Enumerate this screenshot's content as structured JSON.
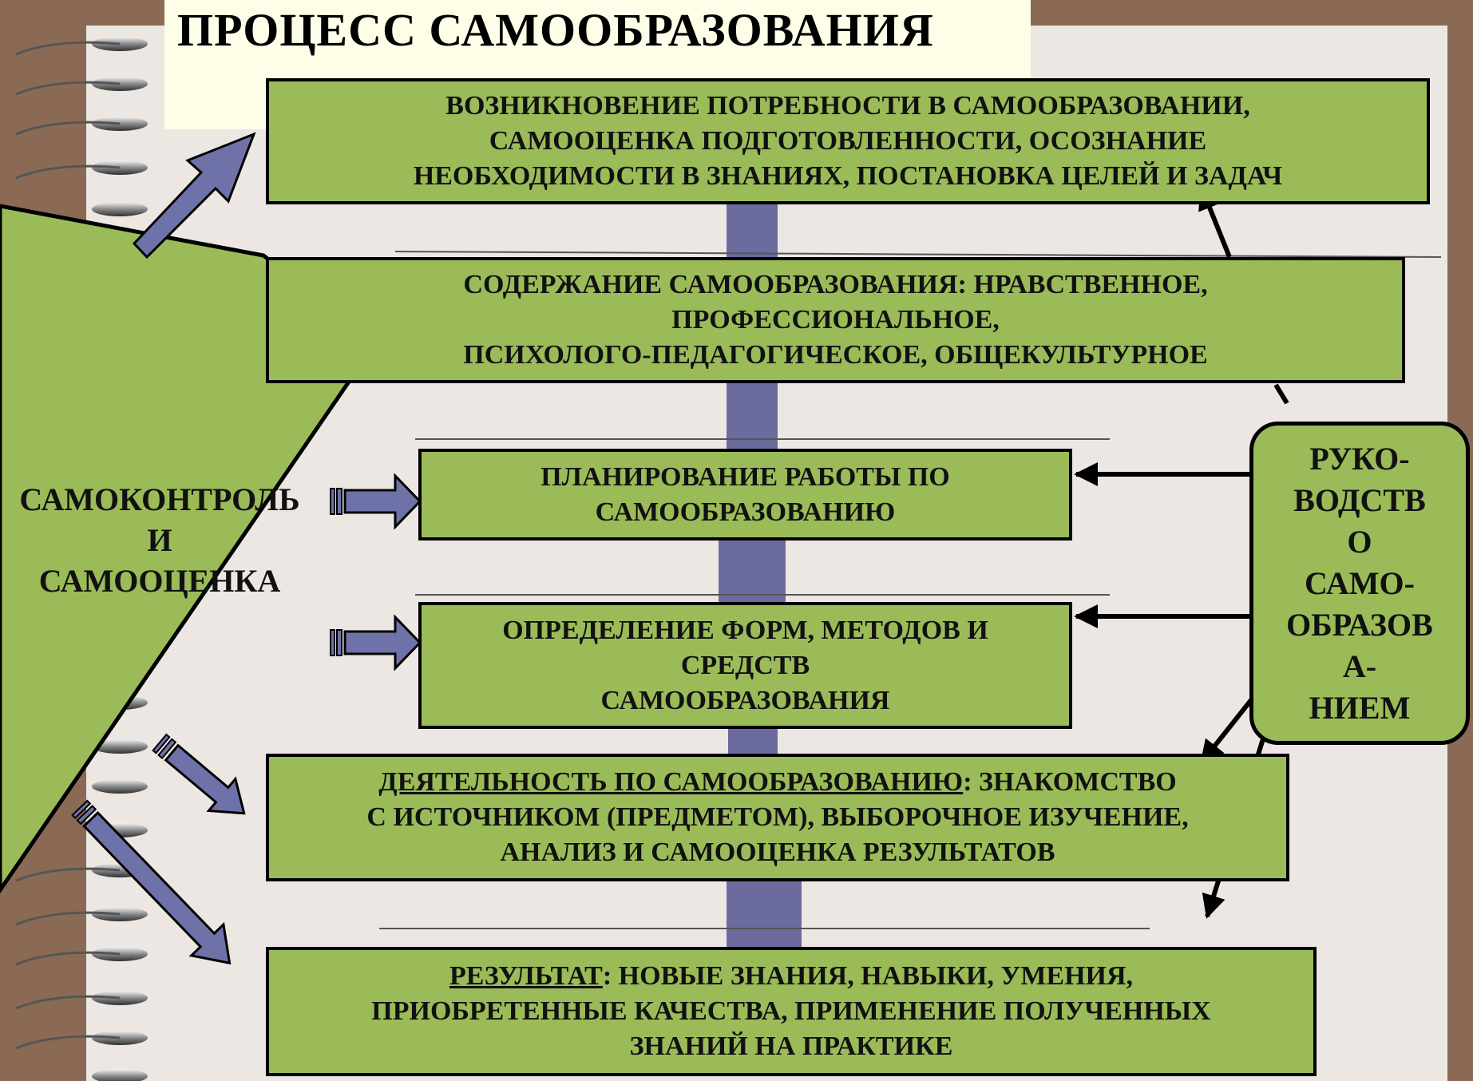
{
  "title": "ПРОЦЕСС САМООБРАЗОВАНИЯ",
  "steps": [
    {
      "text": "ВОЗНИКНОВЕНИЕ ПОТРЕБНОСТИ В САМООБРАЗОВАНИИ,\nСАМООЦЕНКА ПОДГОТОВЛЕННОСТИ, ОСОЗНАНИЕ\nНЕОБХОДИМОСТИ В ЗНАНИЯХ, ПОСТАНОВКА ЦЕЛЕЙ  И ЗАДАЧ"
    },
    {
      "text": "СОДЕРЖАНИЕ САМООБРАЗОВАНИЯ: НРАВСТВЕННОЕ,\nПРОФЕССИОНАЛЬНОЕ,\nПСИХОЛОГО-ПЕДАГОГИЧЕСКОЕ, ОБЩЕКУЛЬТУРНОЕ"
    },
    {
      "text": "ПЛАНИРОВАНИЕ РАБОТЫ ПО\nСАМООБРАЗОВАНИЮ"
    },
    {
      "text": "ОПРЕДЕЛЕНИЕ ФОРМ, МЕТОДОВ  И\nСРЕДСТВ\nСАМООБРАЗОВАНИЯ"
    },
    {
      "heading": "ДЕЯТЕЛЬНОСТЬ  ПО   САМООБРАЗОВАНИЮ",
      "text": ": ЗНАКОМСТВО\nС ИСТОЧНИКОМ (ПРЕДМЕТОМ),  ВЫБОРОЧНОЕ ИЗУЧЕНИЕ,\nАНАЛИЗ  И САМООЦЕНКА РЕЗУЛЬТАТОВ"
    },
    {
      "heading": "РЕЗУЛЬТАТ",
      "text": ": НОВЫЕ  ЗНАНИЯ, НАВЫКИ, УМЕНИЯ,\nПРИОБРЕТЕННЫЕ КАЧЕСТВА, ПРИМЕНЕНИЕ ПОЛУЧЕННЫХ\nЗНАНИЙ НА  ПРАКТИКЕ"
    }
  ],
  "self_control_label": "САМОКОНТРОЛЬ\nИ\nСАМООЦЕНКА",
  "guidance_label": "РУКО-\nВОДСТВ\nО\nСАМО-\nОБРАЗОВ\nА-\nНИЕМ",
  "colors": {
    "box_fill": "#9bbb59",
    "connector": "#6b6b9e",
    "arrow_blue": "#6e72a8",
    "paper": "#ece7e2",
    "background": "#8b6a55"
  }
}
